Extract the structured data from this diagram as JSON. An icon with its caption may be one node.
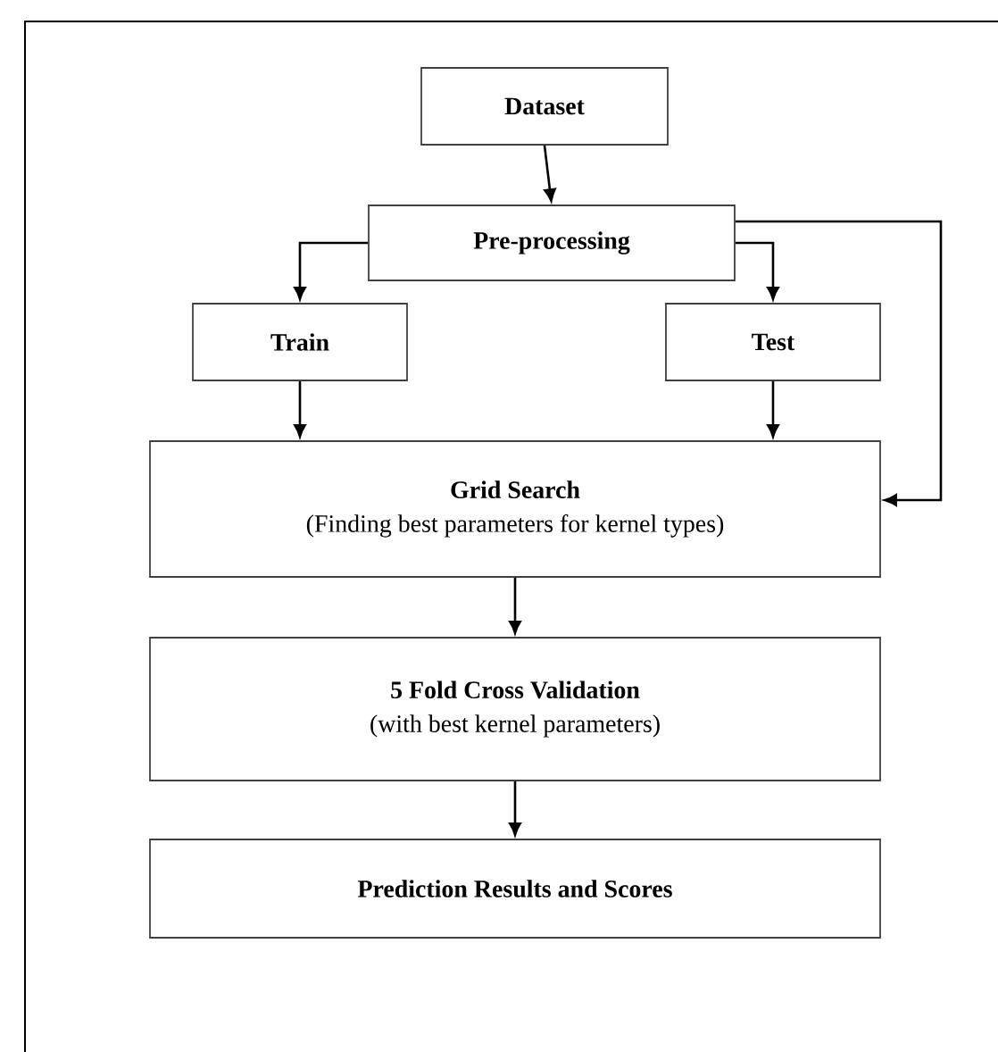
{
  "diagram": {
    "nodes": [
      {
        "text": [
          "Dataset"
        ]
      },
      {
        "text": [
          "Pre-processing"
        ]
      },
      {
        "text": [
          "Train"
        ]
      },
      {
        "text": [
          "Test"
        ]
      },
      {
        "text": [
          "Grid Search",
          "(Finding best parameters for kernel types)"
        ]
      },
      {
        "text": [
          "5 Fold Cross Validation",
          "(with best kernel parameters)"
        ]
      },
      {
        "text": [
          "Prediction Results and Scores"
        ]
      }
    ],
    "edges": [
      {
        "from": 0,
        "to": 1,
        "arrow": "to"
      },
      {
        "from": 1,
        "to": 2,
        "arrow": "to"
      },
      {
        "from": 1,
        "to": 3,
        "arrow": "to"
      },
      {
        "from": 2,
        "to": 4,
        "arrow": "to"
      },
      {
        "from": 3,
        "to": 4,
        "arrow": "to"
      },
      {
        "from": 1,
        "to": 4,
        "arrow": "to"
      },
      {
        "from": 4,
        "to": 5,
        "arrow": "to"
      },
      {
        "from": 5,
        "to": 6,
        "arrow": "to"
      }
    ]
  }
}
